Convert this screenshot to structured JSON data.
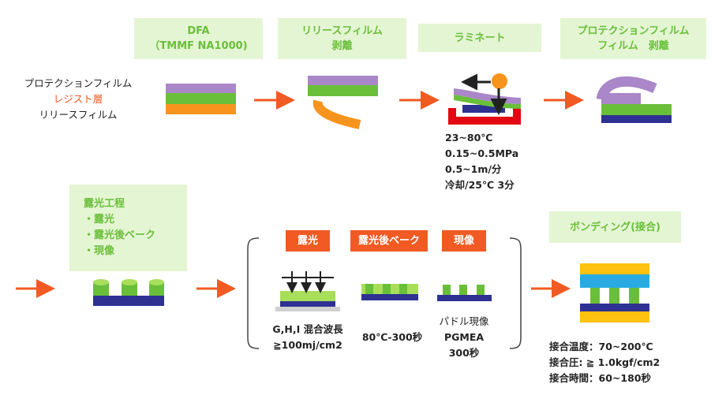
{
  "step_headers": {
    "dfa": [
      "DFA",
      "（TMMF NA1000)"
    ],
    "release_peel": [
      "リリースフィルム",
      "剥離"
    ],
    "laminate": [
      "ラミネート"
    ],
    "protect_peel": [
      "プロテクションフィルム",
      "フィルム　剥離"
    ]
  },
  "layer_legend": [
    {
      "text": "プロテクションフィルム",
      "color": "#222222"
    },
    {
      "text": "レジスト層",
      "color": "#f15a22"
    },
    {
      "text": "リリースフィルム",
      "color": "#222222"
    }
  ],
  "laminate_conditions": [
    "23~80℃",
    "0.15~0.5MPa",
    "0.5~1m/分",
    "冷却/25℃ 3分"
  ],
  "exposure_box": {
    "title": "露光工程",
    "items": [
      "・露光",
      "・露光後ベーク",
      "・現像"
    ]
  },
  "process_tags": [
    "露光",
    "露光後ベーク",
    "現像"
  ],
  "exposure_condition": [
    "G,H,I 混合波長",
    "≧100mj/cm2"
  ],
  "bake_condition": [
    "80℃-300秒"
  ],
  "develop_condition": [
    "パドル現像",
    "PGMEA",
    "300秒"
  ],
  "bonding_header": [
    "ボンディング(接合)"
  ],
  "bonding_conditions": [
    "接合温度：70~200℃",
    "接合圧: ≧ 1.0kgf/cm2",
    "接合時間：60~180秒"
  ],
  "colors": {
    "purple": "#a987c8",
    "green": "#6abf3a",
    "orange": "#f7941d",
    "blue": "#2e3192",
    "red": "#e30613",
    "arrow": "#f15a22",
    "box_bg": "#e4f5d3",
    "cyan": "#29abe2",
    "yellow": "#fdc20f"
  }
}
